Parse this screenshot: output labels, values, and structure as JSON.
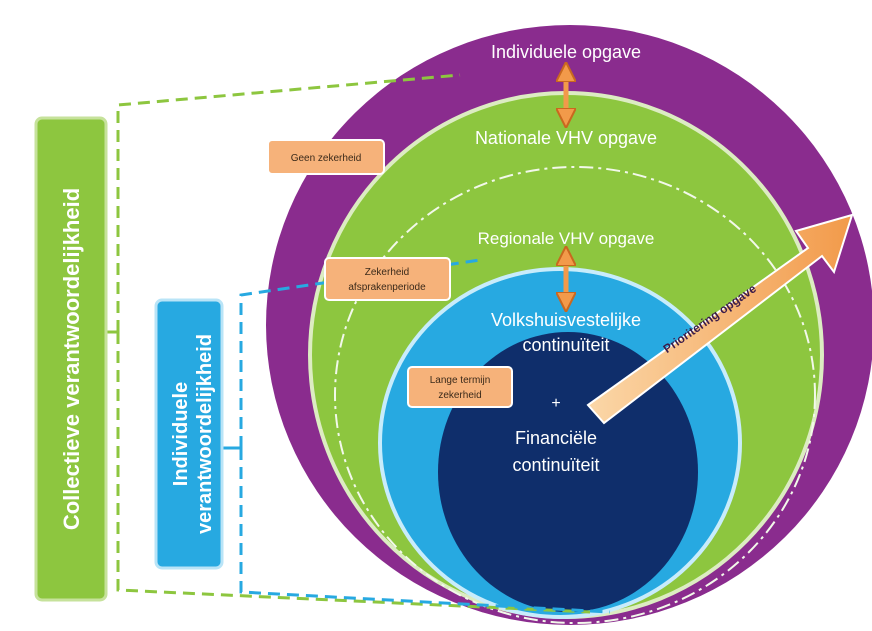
{
  "levels": {
    "individual": "Individuele opgave",
    "national": "Nationale VHV opgave",
    "regional": "Regionale VHV opgave",
    "housing_line1": "Volkshuisvestelijke",
    "housing_line2": "continuïteit",
    "plus": "+",
    "financial_line1": "Financiële",
    "financial_line2": "continuïteit"
  },
  "tags": {
    "no_certainty": "Geen zekerheid",
    "agreement_line1": "Zekerheid",
    "agreement_line2": "afsprakenperiode",
    "longterm_line1": "Lange termijn",
    "longterm_line2": "zekerheid"
  },
  "arrow_label": "Prioritering opgave",
  "side_labels": {
    "collective": "Collectieve verantwoordelijkheid",
    "individual_line1": "Individuele",
    "individual_line2": "verantwoordelijkheid"
  },
  "colors": {
    "purple": "#8a2c8e",
    "green": "#8dc63f",
    "light_blue": "#27a9e1",
    "dark_navy": "#0f2e6b",
    "orange": "#f4a460",
    "orange_border": "#e07b28"
  }
}
